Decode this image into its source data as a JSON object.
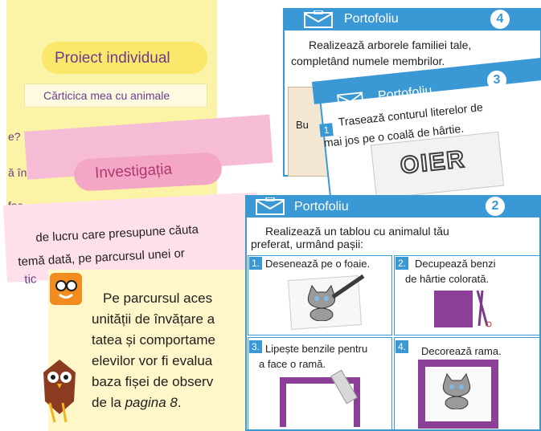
{
  "proiect": {
    "title": "Proiect individual",
    "subtitle": "Cărticica mea cu animale",
    "fragment_1": "e?",
    "fragment_2": "ă în",
    "fragment_3": "fac"
  },
  "investigatia": {
    "title": "Investigația",
    "line_1": "de lucru care presupune căuta",
    "line_2": "temă dată, pe parcursul unei or",
    "line_3": "tic"
  },
  "evaluare": {
    "line_1": "Pe parcursul aces",
    "line_2": "unității de învățare a",
    "line_3": "tatea și comportame",
    "line_4": "elevilor vor fi evalua",
    "line_5": "baza fișei de observ",
    "line_6_prefix": "de la ",
    "line_6_italic": "pagina 8",
    "line_6_suffix": "."
  },
  "portofoliu_4": {
    "title": "Portofoliu",
    "number": "4",
    "line_1": "Realizează arborele familiei tale,",
    "line_2": "completând numele membrilor.",
    "fragment": "Bu"
  },
  "portofoliu_3": {
    "title": "Portofoliu",
    "number": "3",
    "step_number": "1",
    "line_1": "Trasează conturul literelor de",
    "line_2": "mai jos pe o coală de hârtie.",
    "letters": "OIER"
  },
  "portofoliu_2": {
    "title": "Portofoliu",
    "number": "2",
    "intro_1": "Realizează un tablou cu animalul tău",
    "intro_2": "preferat, urmând pașii:",
    "steps": [
      {
        "num": "1.",
        "text_1": "Desenează pe o foaie.",
        "text_2": ""
      },
      {
        "num": "2.",
        "text_1": "Decupează benzi",
        "text_2": "de hârtie colorată."
      },
      {
        "num": "3.",
        "text_1": "Lipește benzile pentru",
        "text_2": "a face o ramă."
      },
      {
        "num": "4.",
        "text_1": "Decorează rama.",
        "text_2": ""
      }
    ]
  },
  "colors": {
    "portfolio_blue": "#3a98d4",
    "yellow": "#fbf3a6",
    "pink": "#f6bcd6",
    "orange": "#f28c1e"
  },
  "icons": [
    "portfolio-folder-icon",
    "evaluation-face-icon",
    "owl-illustration",
    "cat-drawing"
  ]
}
